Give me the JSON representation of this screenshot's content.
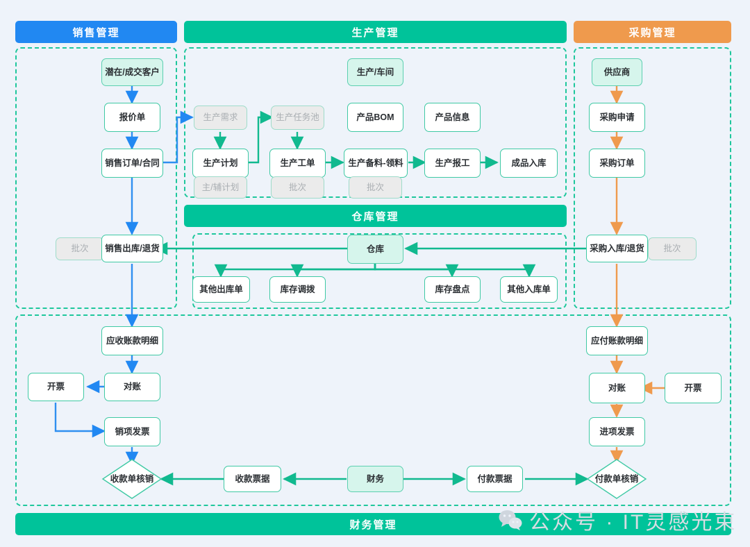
{
  "meta": {
    "colors": {
      "background": "#eef3fa",
      "sales_accent": "#2188f2",
      "production_accent": "#00c39a",
      "purchase_accent": "#ef9a4d",
      "dashed_border": "#1ec79c",
      "node_border": "#3fc9a4",
      "mint_fill": "#d6f5ec",
      "ghost_fill": "#ebebeb",
      "ghost_text": "#a9aeb2"
    }
  },
  "headers": {
    "sales": "销售管理",
    "production": "生产管理",
    "warehouse": "仓库管理",
    "purchase": "采购管理",
    "finance": "财务管理"
  },
  "sales": {
    "customer": "潜在/成交客户",
    "quotation": "报价单",
    "order": "销售订单/合同",
    "batch": "批次",
    "outbound": "销售出库/退货"
  },
  "production": {
    "workshop": "生产/车间",
    "demand": "生产需求",
    "task_pool": "生产任务池",
    "bom": "产品BOM",
    "product_info": "产品信息",
    "plan": "生产计划",
    "work_order": "生产工单",
    "picking": "生产备料-领料",
    "reporting": "生产报工",
    "finished_in": "成品入库",
    "main_aux_plan": "主/辅计划",
    "batch_wo": "批次",
    "batch_pick": "批次"
  },
  "warehouse": {
    "hub": "仓库",
    "other_out": "其他出库单",
    "transfer": "库存调拨",
    "stocktake": "库存盘点",
    "other_in": "其他入库单"
  },
  "purchase": {
    "supplier": "供应商",
    "requisition": "采购申请",
    "order": "采购订单",
    "inbound": "采购入库/退货",
    "batch": "批次"
  },
  "finance": {
    "receivable_detail": "应收账款明细",
    "recon_left": "对账",
    "invoice_left": "开票",
    "sales_invoice": "销项发票",
    "receipt_clear": "收款单核销",
    "receipt_voucher": "收款票据",
    "finance_hub": "财务",
    "payment_voucher": "付款票据",
    "payment_clear": "付款单核销",
    "payable_detail": "应付账款明细",
    "recon_right": "对账",
    "invoice_right": "开票",
    "purchase_invoice": "进项发票"
  },
  "watermark": {
    "icon": "wechat-icon",
    "text": "公众号 · IT灵感光束"
  }
}
